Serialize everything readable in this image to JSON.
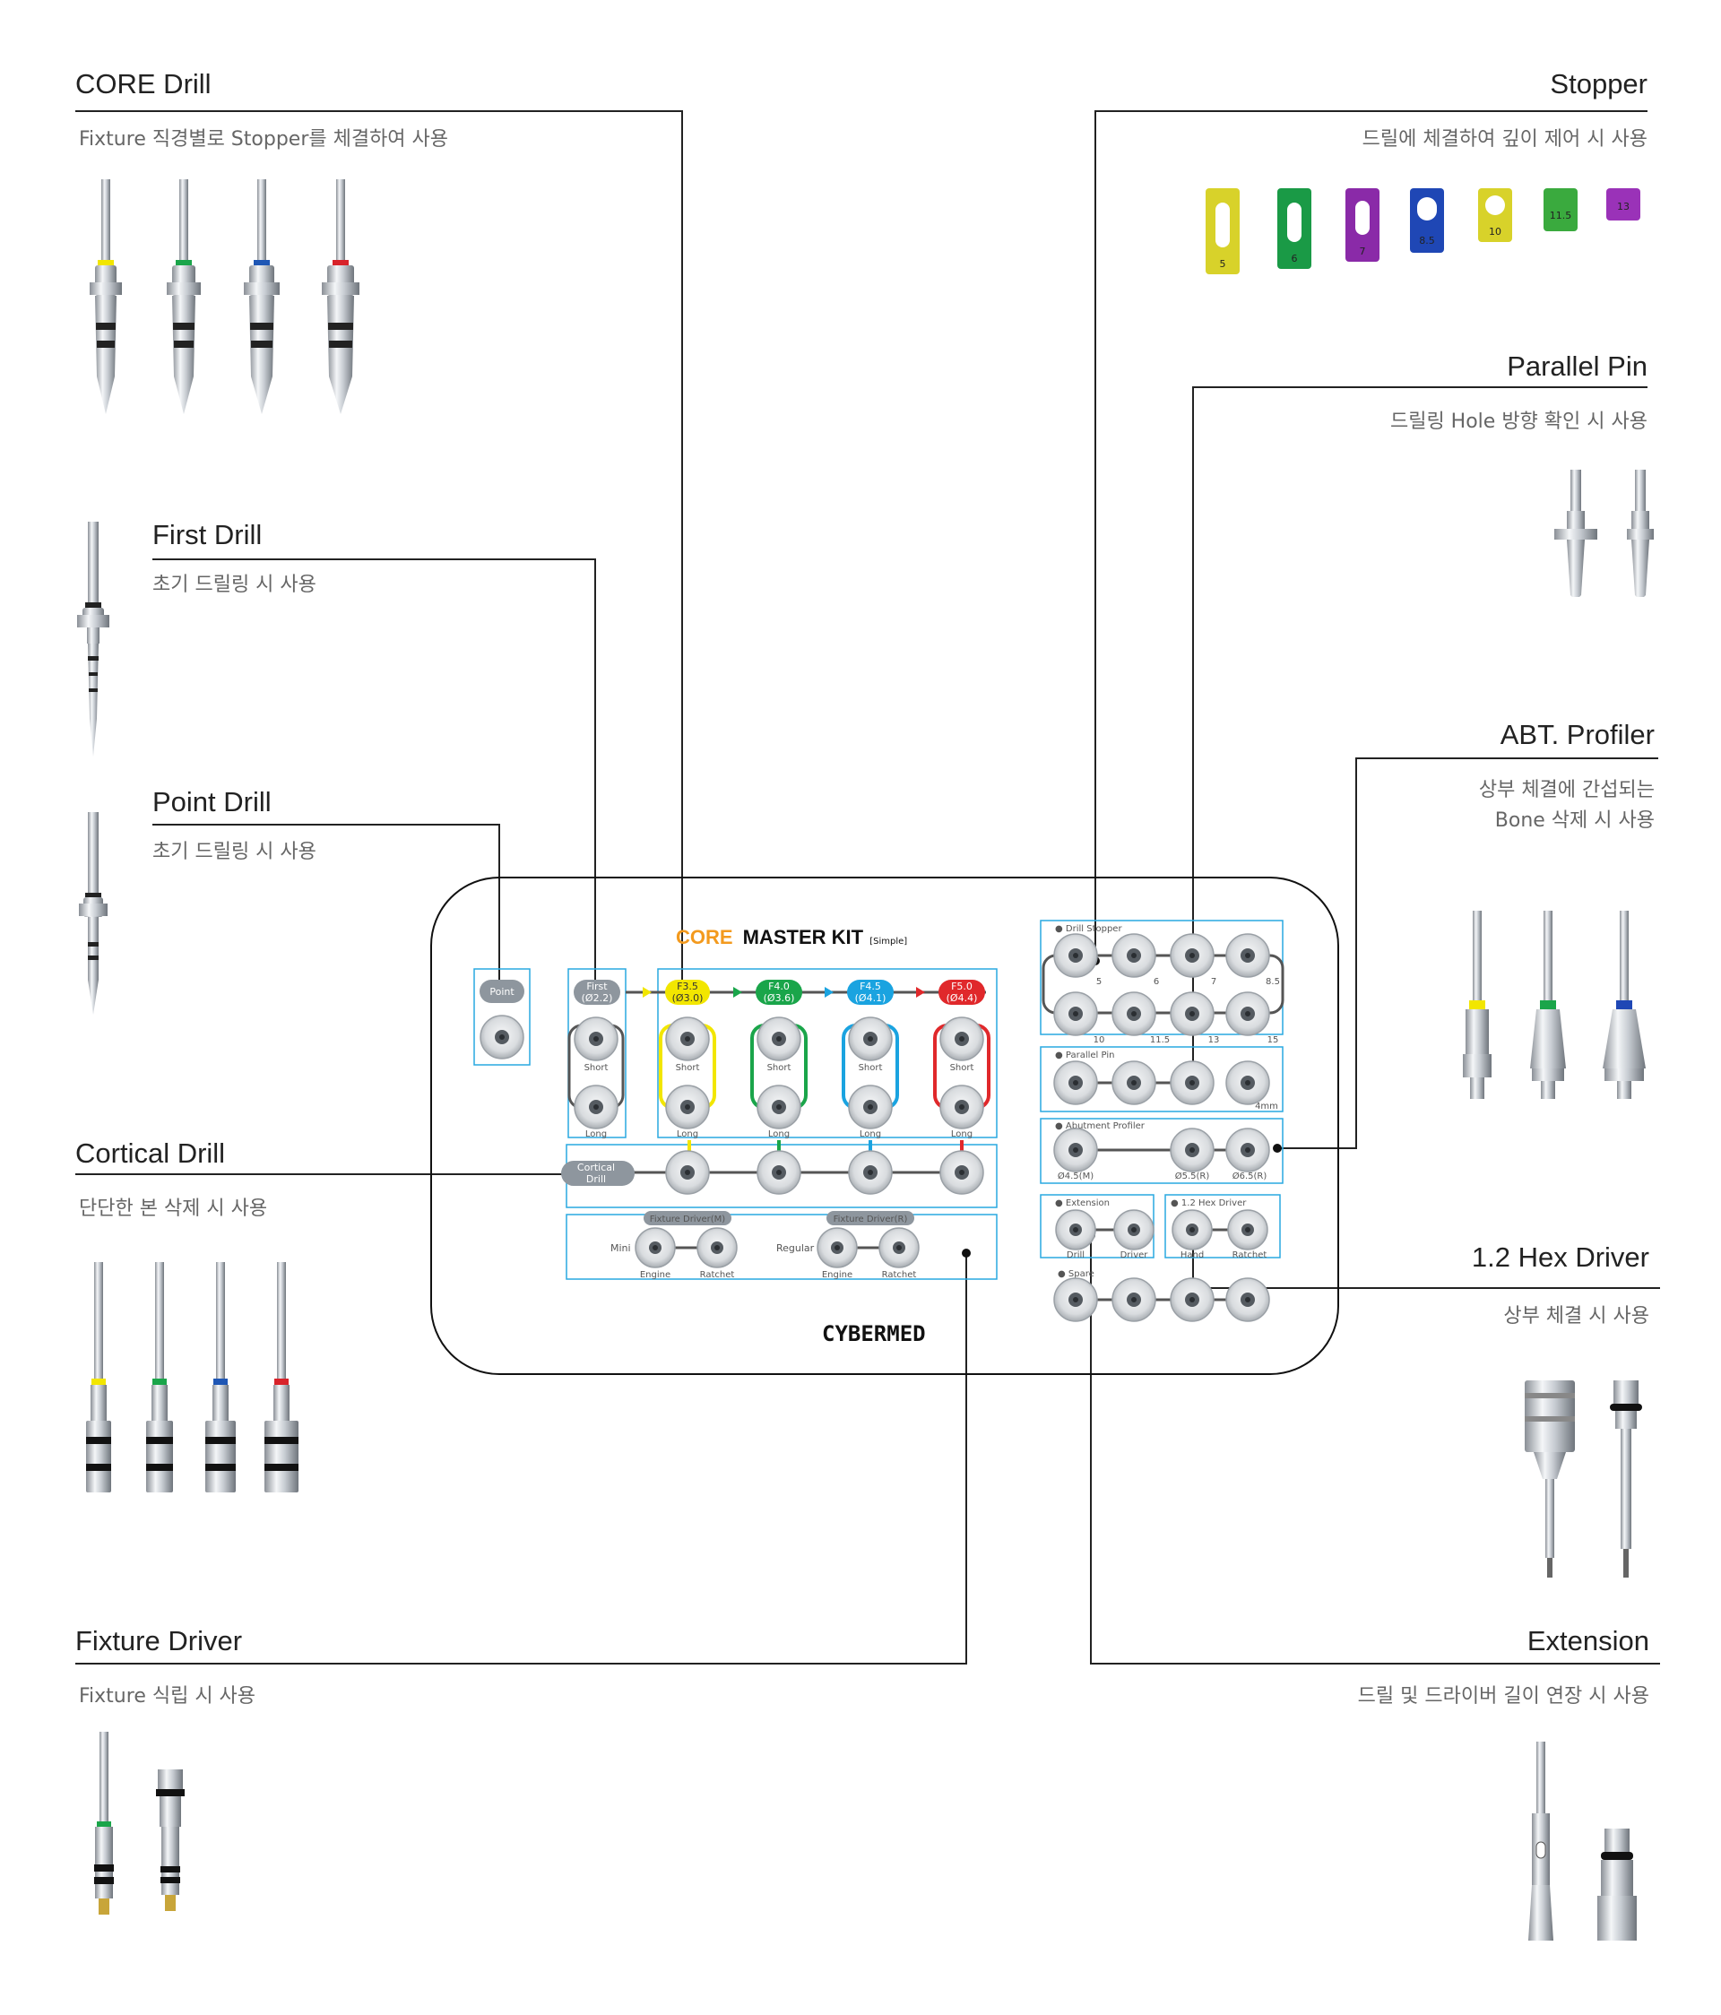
{
  "labels": {
    "core_drill": {
      "title": "CORE Drill",
      "desc": "Fixture 직경별로 Stopper를 체결하여 사용"
    },
    "first_drill": {
      "title": "First Drill",
      "desc": "초기 드릴링 시 사용"
    },
    "point_drill": {
      "title": "Point Drill",
      "desc": "초기 드릴링 시 사용"
    },
    "cortical_drill": {
      "title": "Cortical Drill",
      "desc": "단단한 본 삭제 시 사용"
    },
    "fixture_driver": {
      "title": "Fixture Driver",
      "desc": "Fixture 식립 시 사용"
    },
    "stopper": {
      "title": "Stopper",
      "desc": "드릴에 체결하여 깊이 제어 시 사용"
    },
    "parallel_pin": {
      "title": "Parallel Pin",
      "desc": "드릴링 Hole 방향 확인 시 사용"
    },
    "abt_profiler": {
      "title": "ABT. Profiler",
      "desc_line1": "상부 체결에 간섭되는",
      "desc_line2": "Bone 삭제 시 사용"
    },
    "hex_driver": {
      "title": "1.2 Hex Driver",
      "desc": "상부 체결 시 사용"
    },
    "extension": {
      "title": "Extension",
      "desc": "드릴 및 드라이버 길이 연장 시 사용"
    }
  },
  "kit": {
    "title_core": "CORE",
    "title_main": "MASTER KIT",
    "title_sub": "[Simple]",
    "brand": "CYBERMED",
    "point": "Point",
    "first_l1": "First",
    "first_l2": "(Ø2.2)",
    "pills": [
      {
        "l1": "F3.5",
        "l2": "(Ø3.0)",
        "color": "#f2e600"
      },
      {
        "l1": "F4.0",
        "l2": "(Ø3.6)",
        "color": "#1aa54a"
      },
      {
        "l1": "F4.5",
        "l2": "(Ø4.1)",
        "color": "#1aa3e0"
      },
      {
        "l1": "F5.0",
        "l2": "(Ø4.4)",
        "color": "#e0282b"
      }
    ],
    "short": "Short",
    "long": "Long",
    "cortical_l1": "Cortical",
    "cortical_l2": "Drill",
    "fixture_driver_m": "Fixture Driver(M)",
    "fixture_driver_r": "Fixture Driver(R)",
    "mini": "Mini",
    "regular": "Regular",
    "engine": "Engine",
    "ratchet": "Ratchet",
    "drill_stopper": "● Drill Stopper",
    "stopper_top": [
      "5",
      "6",
      "7",
      "8.5"
    ],
    "stopper_bottom": [
      "10",
      "11.5",
      "13",
      "15"
    ],
    "parallel_pin": "● Parallel Pin",
    "four_mm": "4mm",
    "abutment_profiler": "● Abutment Profiler",
    "profiler_sizes": [
      "Ø4.5(M)",
      "Ø5.5(R)",
      "Ø6.5(R)"
    ],
    "extension": "● Extension",
    "ext_drill": "Drill",
    "ext_driver": "Driver",
    "hex_driver": "● 1.2 Hex Driver",
    "hex_hand": "Hand",
    "hex_ratchet": "Ratchet",
    "spare": "● Spare"
  },
  "stopper_numbers": [
    "5",
    "6",
    "7",
    "8.5",
    "10",
    "11.5",
    "13"
  ],
  "colors": {
    "yellow": "#f2e600",
    "green": "#1aa54a",
    "blue": "#1f57b5",
    "red": "#d8232a",
    "purple": "#8a2aa8",
    "kit_box": "#29a9e1",
    "core_orange": "#f39a1e"
  }
}
